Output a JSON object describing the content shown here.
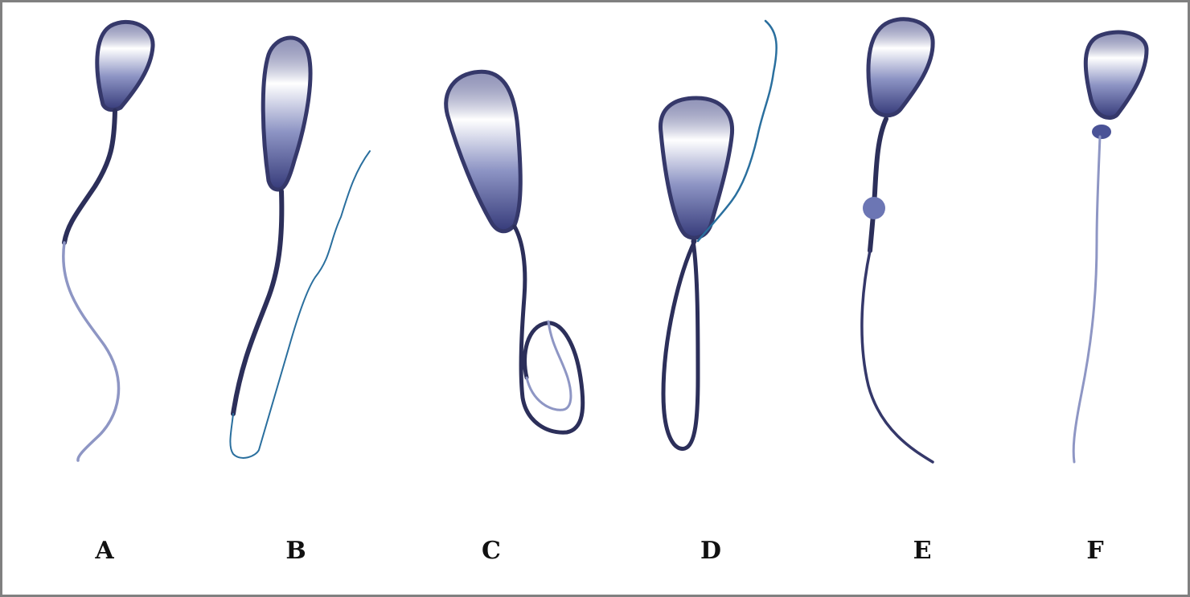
{
  "figure": {
    "panels": [
      {
        "id": "A",
        "label": "A"
      },
      {
        "id": "B",
        "label": "B"
      },
      {
        "id": "C",
        "label": "C"
      },
      {
        "id": "D",
        "label": "D"
      },
      {
        "id": "E",
        "label": "E"
      },
      {
        "id": "F",
        "label": "F"
      }
    ]
  },
  "colors": {
    "outline": "#35386a",
    "head_top": "#ffffff",
    "head_bottom": "#3a3f80",
    "midpiece": "#2c2f5a",
    "tail_light": "#8e96c4",
    "tail_blue": "#2a6f9e",
    "frame": "#808080"
  }
}
